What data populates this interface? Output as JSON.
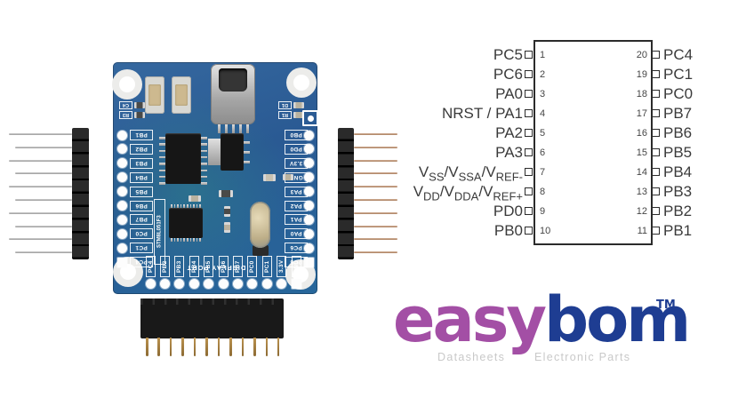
{
  "pinout": {
    "left_pins": [
      {
        "num": "1",
        "label": "PC5"
      },
      {
        "num": "2",
        "label": "PC6"
      },
      {
        "num": "3",
        "label": "PA0"
      },
      {
        "num": "4",
        "label": "NRST / PA1"
      },
      {
        "num": "5",
        "label": "PA2"
      },
      {
        "num": "6",
        "label": "PA3"
      },
      {
        "num": "7",
        "label": "V_SS_/V_SSA_/V_REF-_"
      },
      {
        "num": "8",
        "label": "V_DD_/V_DDA_/V_REF+_"
      },
      {
        "num": "9",
        "label": "PD0"
      },
      {
        "num": "10",
        "label": "PB0"
      }
    ],
    "right_pins": [
      {
        "num": "20",
        "label": "PC4"
      },
      {
        "num": "19",
        "label": "PC1"
      },
      {
        "num": "18",
        "label": "PC0"
      },
      {
        "num": "17",
        "label": "PB7"
      },
      {
        "num": "16",
        "label": "PB6"
      },
      {
        "num": "15",
        "label": "PB5"
      },
      {
        "num": "14",
        "label": "PB4"
      },
      {
        "num": "13",
        "label": "PB3"
      },
      {
        "num": "12",
        "label": "PB2"
      },
      {
        "num": "11",
        "label": "PB1"
      }
    ]
  },
  "board": {
    "left_pad_labels": [
      "PB1",
      "PB2",
      "PB3",
      "PB4",
      "PB5",
      "PB6",
      "PB7",
      "PC0",
      "PC1",
      "PC4"
    ],
    "right_pad_labels": [
      "PB0",
      "PD0",
      "3.3V",
      "GND",
      "PA3",
      "PA2",
      "PA1",
      "PA0",
      "PC6",
      "PC5"
    ],
    "bottom_pad_labels": [
      "PC4",
      "PB2",
      "PB3",
      "PB4",
      "PB5",
      "PB6",
      "PB7",
      "PC0",
      "PC1",
      "3.3V",
      "GND"
    ],
    "display_port_label": "DISPLAY PORT",
    "mcu_silkscreen": "STM8L051F3",
    "ref_designators": {
      "top_left": [
        "C4",
        "R3"
      ],
      "top_right": [
        "D1",
        "R1"
      ]
    }
  },
  "logo": {
    "word_part1": "easy",
    "word_part2": "bom",
    "trademark": "TM",
    "tagline_left": "Datasheets",
    "tagline_right": "Electronic Parts",
    "color_part1": "#a34fa5",
    "color_part2": "#1e3d92",
    "tagline_color": "#c9c9c9"
  }
}
